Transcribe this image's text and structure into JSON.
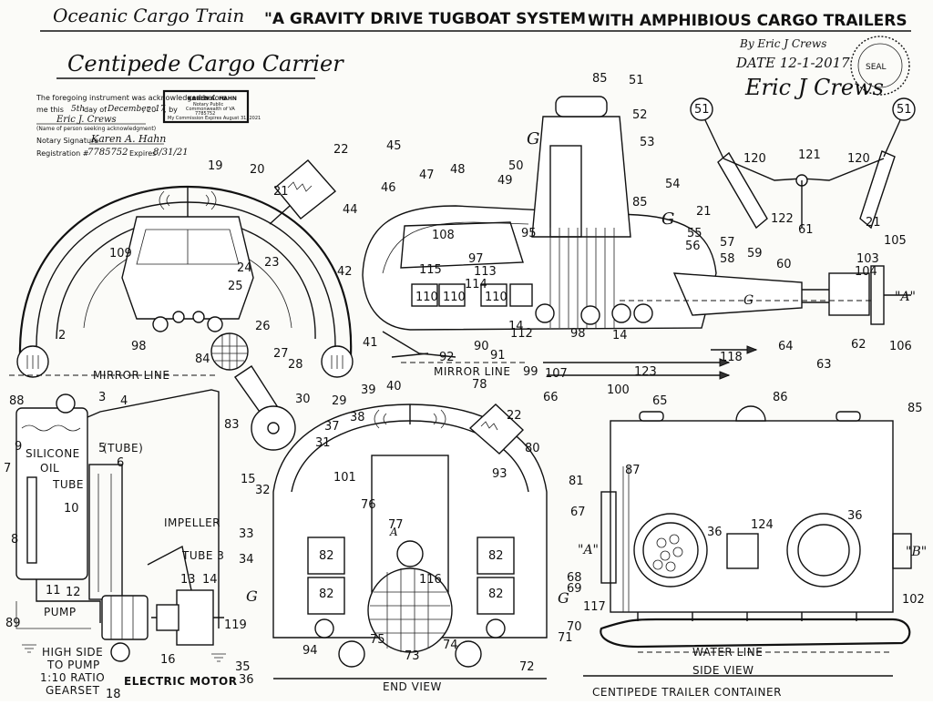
{
  "title": {
    "part1": "Oceanic Cargo Train",
    "part2": "\"A GRAVITY DRIVE TUGBOAT SYSTEM",
    "part3": "WITH AMPHIBIOUS CARGO TRAILERS"
  },
  "subtitle": "Centipede Cargo Carrier",
  "author": {
    "by": "By Eric J Crews",
    "date": "DATE 12-1-2017",
    "signature": "Eric J Crews"
  },
  "notary": {
    "line1": "The foregoing instrument was acknowledged before",
    "line2a": "me this",
    "day": "5th",
    "line2b": "day of",
    "month": "December",
    "line2c": ", 20",
    "year": "17",
    "line2d": ", by",
    "name": "Eric J. Crews",
    "name_caption": "(Name of person seeking acknowledgment)",
    "sig_label": "Notary Signature",
    "sig_value": "Karen A. Hahn",
    "reg_label": "Registration #",
    "reg_value": "7785752",
    "exp_label": "Expires",
    "exp_value": "8/31/21",
    "stamp_name": "KAREN A. HAHN",
    "stamp_l2": "Notary Public",
    "stamp_l3": "Commonwealth of VA",
    "stamp_l4": "7785752",
    "stamp_l5": "My Commission Expires August 31, 2021"
  },
  "labels": {
    "mirror_line_left": "MIRROR LINE",
    "mirror_line_center": "MIRROR LINE",
    "silicone": "SILICONE",
    "oil": "OIL",
    "tube": "TUBE",
    "tube_paren": "(TUBE)",
    "impeller": "IMPELLER",
    "tube3": "TUBE 3",
    "pump": "PUMP",
    "high_side": "HIGH SIDE",
    "to_pump": "TO PUMP",
    "ratio": "1:10 RATIO",
    "gearset": "GEARSET",
    "electric_motor": "ELECTRIC MOTOR",
    "end_view": "END VIEW",
    "side_view": "SIDE VIEW",
    "water_line": "WATER LINE",
    "centipede_trailer": "CENTIPEDE TRAILER CONTAINER",
    "sec_a": "A",
    "sec_a_left": "\"A\"",
    "sec_a_right": "\"A\"",
    "sec_b": "\"B\"",
    "g": "G"
  },
  "numbers": {
    "n2": "2",
    "n3": "3",
    "n4": "4",
    "n5": "5",
    "n6": "6",
    "n7": "7",
    "n8": "8",
    "n9": "9",
    "n10": "10",
    "n11": "11",
    "n12": "12",
    "n13": "13",
    "n14": "14",
    "n15": "15",
    "n16": "16",
    "n18": "18",
    "n19": "19",
    "n20": "20",
    "n21": "21",
    "n22": "22",
    "n23": "23",
    "n24": "24",
    "n25": "25",
    "n26": "26",
    "n27": "27",
    "n28": "28",
    "n29": "29",
    "n30": "30",
    "n31": "31",
    "n32": "32",
    "n33": "33",
    "n34": "34",
    "n35": "35",
    "n36": "36",
    "n37": "37",
    "n38": "38",
    "n39": "39",
    "n40": "40",
    "n41": "41",
    "n42": "42",
    "n44": "44",
    "n45": "45",
    "n46": "46",
    "n47": "47",
    "n48": "48",
    "n49": "49",
    "n50": "50",
    "n51": "51",
    "n52": "52",
    "n53": "53",
    "n54": "54",
    "n55": "55",
    "n56": "56",
    "n57": "57",
    "n58": "58",
    "n59": "59",
    "n60": "60",
    "n61": "61",
    "n62": "62",
    "n63": "63",
    "n64": "64",
    "n65": "65",
    "n66": "66",
    "n67": "67",
    "n68": "68",
    "n69": "69",
    "n70": "70",
    "n71": "71",
    "n72": "72",
    "n73": "73",
    "n74": "74",
    "n75": "75",
    "n76": "76",
    "n77": "77",
    "n78": "78",
    "n80": "80",
    "n81": "81",
    "n82": "82",
    "n83": "83",
    "n84": "84",
    "n85": "85",
    "n86": "86",
    "n87": "87",
    "n88": "88",
    "n89": "89",
    "n90": "90",
    "n91": "91",
    "n92": "92",
    "n93": "93",
    "n94": "94",
    "n95": "95",
    "n97": "97",
    "n98": "98",
    "n99": "99",
    "n100": "100",
    "n101": "101",
    "n102": "102",
    "n103": "103",
    "n104": "104",
    "n105": "105",
    "n106": "106",
    "n107": "107",
    "n108": "108",
    "n109": "109",
    "n110": "110",
    "n112": "112",
    "n113": "113",
    "n114": "114",
    "n115": "115",
    "n116": "116",
    "n117": "117",
    "n118": "118",
    "n119": "119",
    "n120": "120",
    "n121": "121",
    "n122": "122",
    "n123": "123",
    "n124": "124"
  },
  "stamp_seal": "SEAL"
}
